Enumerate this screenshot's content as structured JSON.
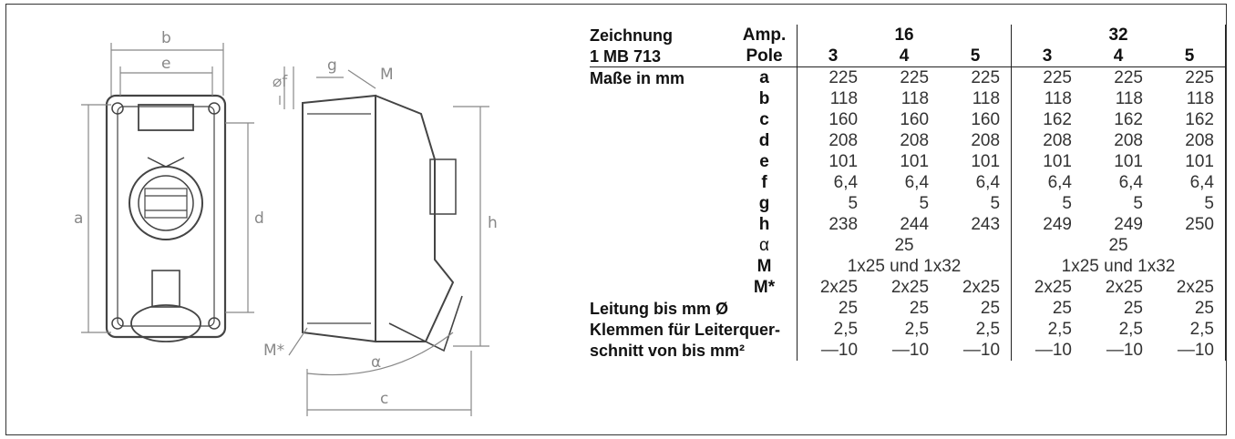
{
  "drawing": {
    "labels": {
      "b": "b",
      "e": "e",
      "a": "a",
      "d": "d",
      "f": "⌀f",
      "g": "g",
      "M": "M",
      "h": "h",
      "Mstar": "M*",
      "alpha": "α",
      "c": "c"
    }
  },
  "table": {
    "hdr1": {
      "label": "Zeichnung",
      "sub": "Amp.",
      "g16": "16",
      "g32": "32"
    },
    "hdr2": {
      "label": "1 MB 713",
      "sub": "Pole",
      "poles": [
        "3",
        "4",
        "5",
        "3",
        "4",
        "5"
      ]
    },
    "section_label": "Maße in mm",
    "rows": [
      {
        "k": "a",
        "v": [
          "225",
          "225",
          "225",
          "225",
          "225",
          "225"
        ]
      },
      {
        "k": "b",
        "v": [
          "118",
          "118",
          "118",
          "118",
          "118",
          "118"
        ]
      },
      {
        "k": "c",
        "v": [
          "160",
          "160",
          "160",
          "162",
          "162",
          "162"
        ]
      },
      {
        "k": "d",
        "v": [
          "208",
          "208",
          "208",
          "208",
          "208",
          "208"
        ]
      },
      {
        "k": "e",
        "v": [
          "101",
          "101",
          "101",
          "101",
          "101",
          "101"
        ]
      },
      {
        "k": "f",
        "v": [
          "6,4",
          "6,4",
          "6,4",
          "6,4",
          "6,4",
          "6,4"
        ]
      },
      {
        "k": "g",
        "v": [
          "5",
          "5",
          "5",
          "5",
          "5",
          "5"
        ]
      },
      {
        "k": "h",
        "v": [
          "238",
          "244",
          "243",
          "249",
          "249",
          "250"
        ]
      }
    ],
    "alpha": {
      "k": "α",
      "v16": "25",
      "v32": "25"
    },
    "M": {
      "k": "M",
      "v16": "1x25 und 1x32",
      "v32": "1x25 und 1x32"
    },
    "Mstar": {
      "k": "M*",
      "v": [
        "2x25",
        "2x25",
        "2x25",
        "2x25",
        "2x25",
        "2x25"
      ]
    },
    "leitung": {
      "label": "Leitung bis mm Ø",
      "v": [
        "25",
        "25",
        "25",
        "25",
        "25",
        "25"
      ]
    },
    "klemmen": {
      "label": "Klemmen für Leiterquer-",
      "v": [
        "2,5",
        "2,5",
        "2,5",
        "2,5",
        "2,5",
        "2,5"
      ]
    },
    "schnitt": {
      "label": "schnitt von bis mm²",
      "v": [
        "—10",
        "—10",
        "—10",
        "—10",
        "—10",
        "—10"
      ]
    }
  }
}
